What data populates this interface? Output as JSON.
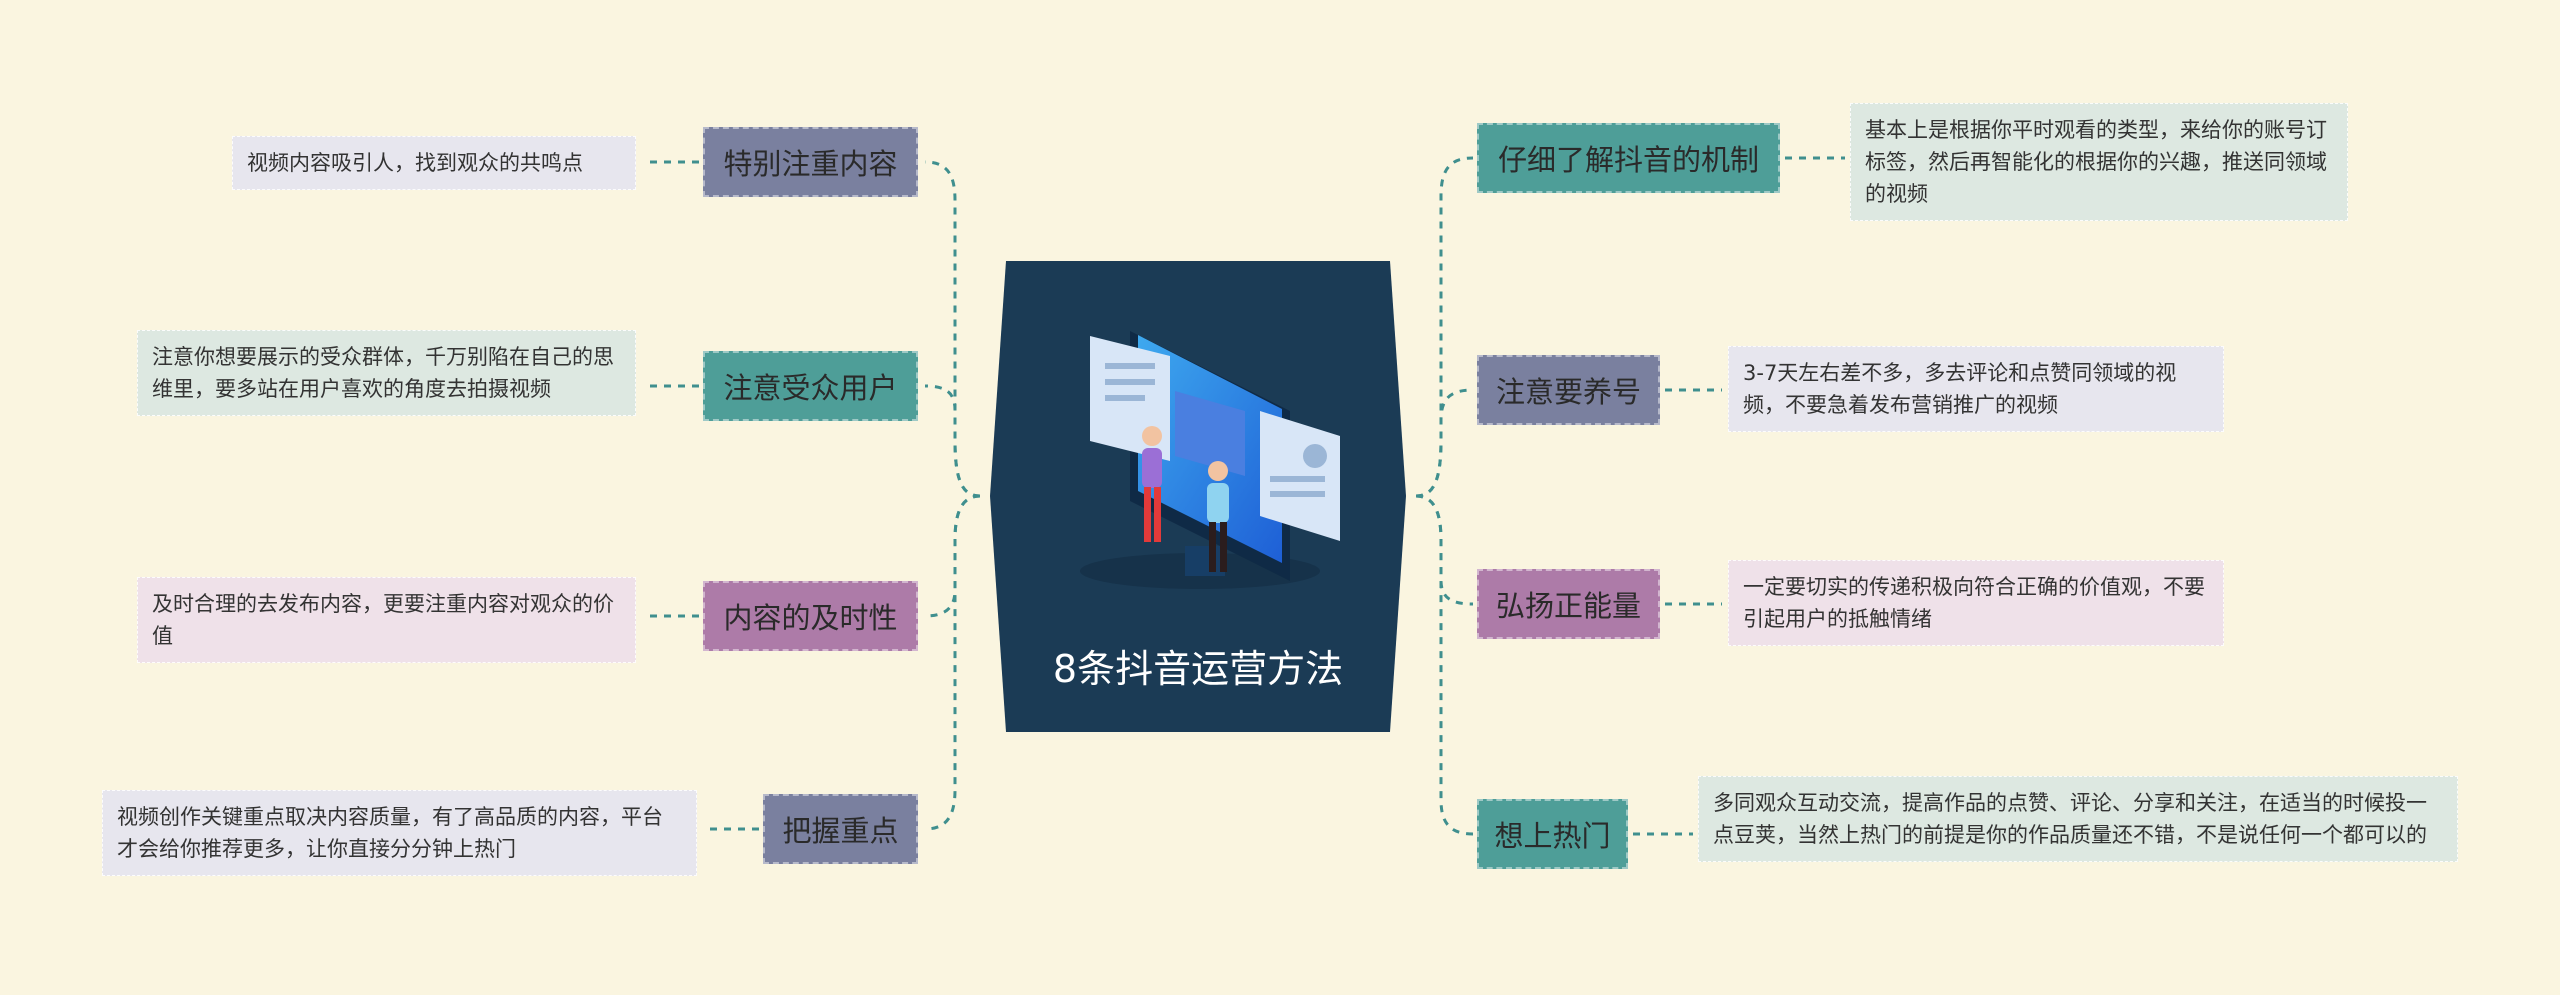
{
  "central": {
    "title": "8条抖音运营方法",
    "bg_color": "#1b3b55"
  },
  "left": [
    {
      "topic": "特别注重内容",
      "note": "视频内容吸引人，找到观众的共鸣点",
      "color": "#7a809f",
      "note_bg": "#e7e6ee"
    },
    {
      "topic": "注意受众用户",
      "note": "注意你想要展示的受众群体，千万别陷在自己的思维里，要多站在用户喜欢的角度去拍摄视频",
      "color": "#4e9e98",
      "note_bg": "#dde8e1"
    },
    {
      "topic": "内容的及时性",
      "note": "及时合理的去发布内容，更要注重内容对观众的价值",
      "color": "#ad7ba8",
      "note_bg": "#efe1e9"
    },
    {
      "topic": "把握重点",
      "note": "视频创作关键重点取决内容质量，有了高品质的内容，平台才会给你推荐更多，让你直接分分钟上热门",
      "color": "#7a809f",
      "note_bg": "#e7e6ee"
    }
  ],
  "right": [
    {
      "topic": "仔细了解抖音的机制",
      "note": "基本上是根据你平时观看的类型，来给你的账号订标签，然后再智能化的根据你的兴趣，推送同领域的视频",
      "color": "#4e9e98",
      "note_bg": "#dde8e1"
    },
    {
      "topic": "注意要养号",
      "note": "3-7天左右差不多，多去评论和点赞同领域的视频，不要急着发布营销推广的视频",
      "color": "#7a809f",
      "note_bg": "#e7e6ee"
    },
    {
      "topic": "弘扬正能量",
      "note": "一定要切实的传递积极向符合正确的价值观，不要引起用户的抵触情绪",
      "color": "#ad7ba8",
      "note_bg": "#efe1e9"
    },
    {
      "topic": "想上热门",
      "note": "多同观众互动交流，提高作品的点赞、评论、分享和关注，在适当的时候投一点豆荚，当然上热门的前提是你的作品质量还不错，不是说任何一个都可以的",
      "color": "#4e9e98",
      "note_bg": "#dde8e1"
    }
  ],
  "link_color": "#3f8f8e"
}
